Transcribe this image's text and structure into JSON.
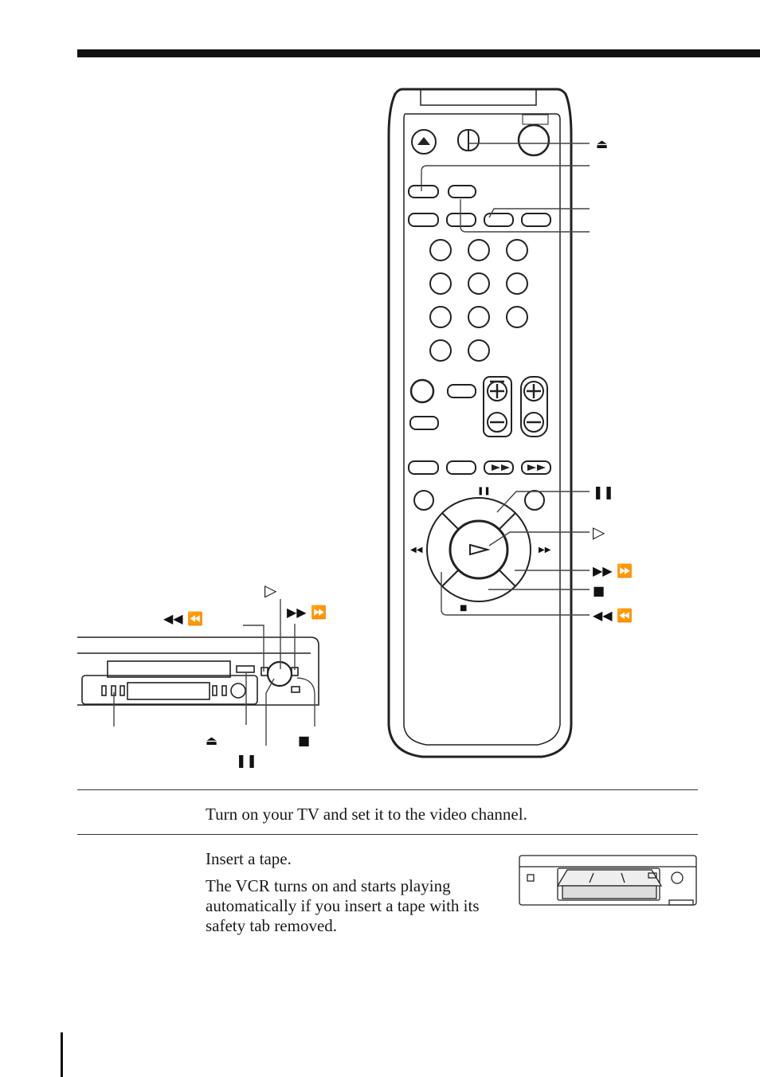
{
  "page": {
    "accent": "#111111"
  },
  "callouts": {
    "remote": {
      "eject": "⏏",
      "pause": "❚❚",
      "play": "▷",
      "ff": "▶▶ ⏩",
      "stop": "■",
      "rew": "◀◀ ⏪"
    },
    "vcr": {
      "rew": "◀◀ ⏪",
      "play": "▷",
      "ff": "▶▶ ⏩",
      "eject": "⏏",
      "stop": "■",
      "pause": "❚❚"
    }
  },
  "steps": [
    {
      "text": "Turn on your TV and set it to the video channel."
    },
    {
      "text": "Insert a tape."
    },
    {
      "text": "The VCR turns on and starts playing automatically if you insert a tape with its safety tab removed."
    }
  ],
  "icons": [
    "eject-icon",
    "pause-icon",
    "play-icon",
    "fast-forward-icon",
    "stop-icon",
    "rewind-icon"
  ]
}
